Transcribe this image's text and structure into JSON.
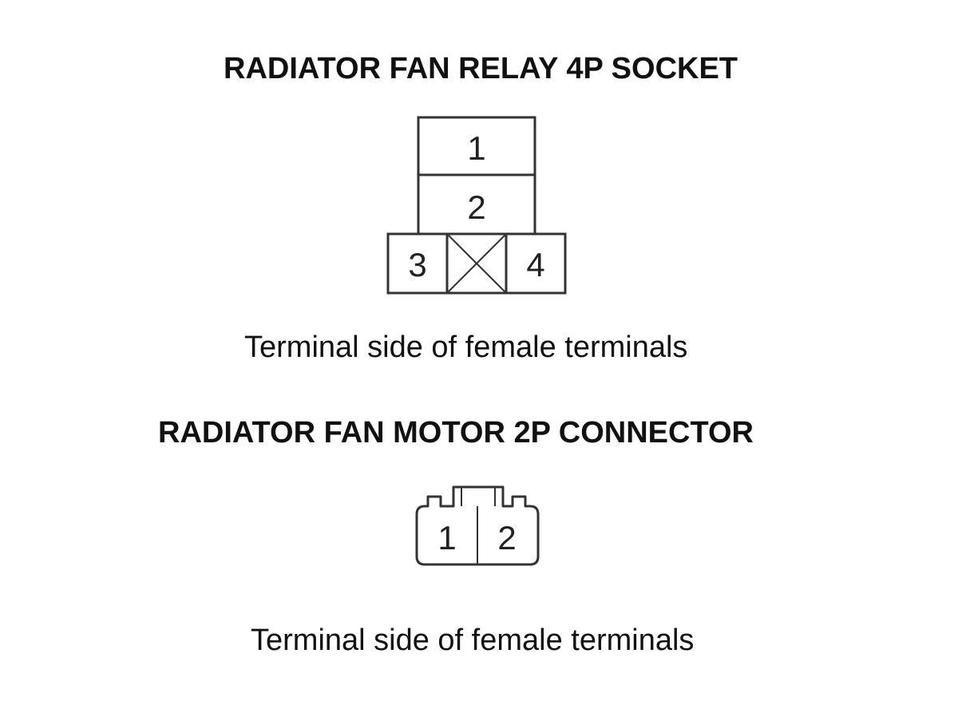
{
  "relay_socket": {
    "title": "RADIATOR FAN RELAY 4P SOCKET",
    "pins": [
      "1",
      "2",
      "3",
      "4"
    ],
    "caption": "Terminal side of female terminals"
  },
  "motor_connector": {
    "title": "RADIATOR FAN MOTOR 2P CONNECTOR",
    "pins": [
      "1",
      "2"
    ],
    "caption": "Terminal side of female terminals"
  },
  "colors": {
    "line": "#333333",
    "text": "#111111",
    "background": "#ffffff"
  }
}
